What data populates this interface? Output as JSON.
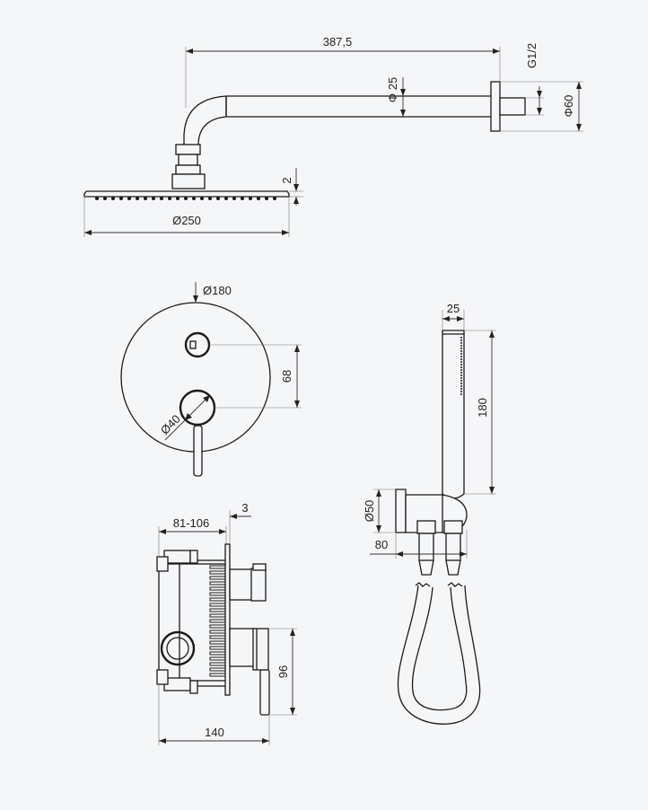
{
  "colors": {
    "background": "#f5f6f8",
    "line": "#1a1a1a",
    "dimension": "#333333"
  },
  "shower_arm": {
    "arm_length": "387,5",
    "arm_diameter": "Φ 25",
    "thread": "G1/2",
    "flange_diameter": "Φ60",
    "head_thickness": "2",
    "head_diameter": "Ø250"
  },
  "mixer_plate": {
    "plate_diameter": "Ø180",
    "handle_spacing": "68",
    "handle_diameter": "Ø40"
  },
  "hand_shower": {
    "handle_width": "25",
    "handle_length": "180",
    "holder_diameter": "Ø50",
    "holder_depth": "80"
  },
  "concealed_box": {
    "installation_depth": "81-106",
    "plate_thickness": "3",
    "outlet_height": "96",
    "box_width": "140"
  }
}
